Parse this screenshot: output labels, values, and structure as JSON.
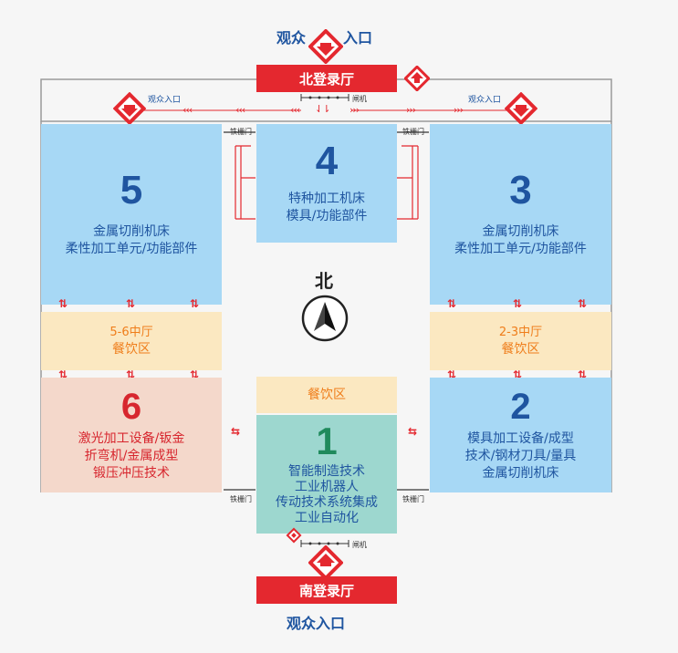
{
  "top_entrance": {
    "left_word": "观众",
    "right_word": "入口",
    "hall_label": "北登录厅"
  },
  "bottom_entrance": {
    "hall_label": "南登录厅",
    "label": "观众入口"
  },
  "side_entrances": {
    "left": "观众入口",
    "right": "观众入口"
  },
  "gate_labels": {
    "turnstile": "闸机",
    "iron_gate": "铁栅门"
  },
  "halls": {
    "h5": {
      "number": "5",
      "lines": [
        "金属切削机床",
        "柔性加工单元/功能部件"
      ]
    },
    "h4": {
      "number": "4",
      "lines": [
        "特种加工机床",
        "模具/功能部件"
      ]
    },
    "h3": {
      "number": "3",
      "lines": [
        "金属切削机床",
        "柔性加工单元/功能部件"
      ]
    },
    "d56": {
      "lines": [
        "5-6中厅",
        "餐饮区"
      ]
    },
    "d23": {
      "lines": [
        "2-3中厅",
        "餐饮区"
      ]
    },
    "h6": {
      "number": "6",
      "lines": [
        "激光加工设备/钣金",
        "折弯机/金属成型",
        "锻压冲压技术"
      ]
    },
    "d1": {
      "label": "餐饮区"
    },
    "h1": {
      "number": "1",
      "lines": [
        "智能制造技术",
        "工业机器人",
        "传动技术系统集成",
        "工业自动化"
      ]
    },
    "h2": {
      "number": "2",
      "lines": [
        "模具加工设备/成型",
        "技术/钢材刀具/量具",
        "金属切削机床"
      ]
    }
  },
  "compass": {
    "label": "北"
  },
  "colors": {
    "red": "#e4282f",
    "blue_text": "#1f55a0",
    "hall_blue": "#a7d8f5",
    "dining": "#fbe8c1",
    "hall_pink": "#f4d8cb",
    "hall_teal": "#9dd7cf",
    "dining_text": "#ef7d1a"
  }
}
